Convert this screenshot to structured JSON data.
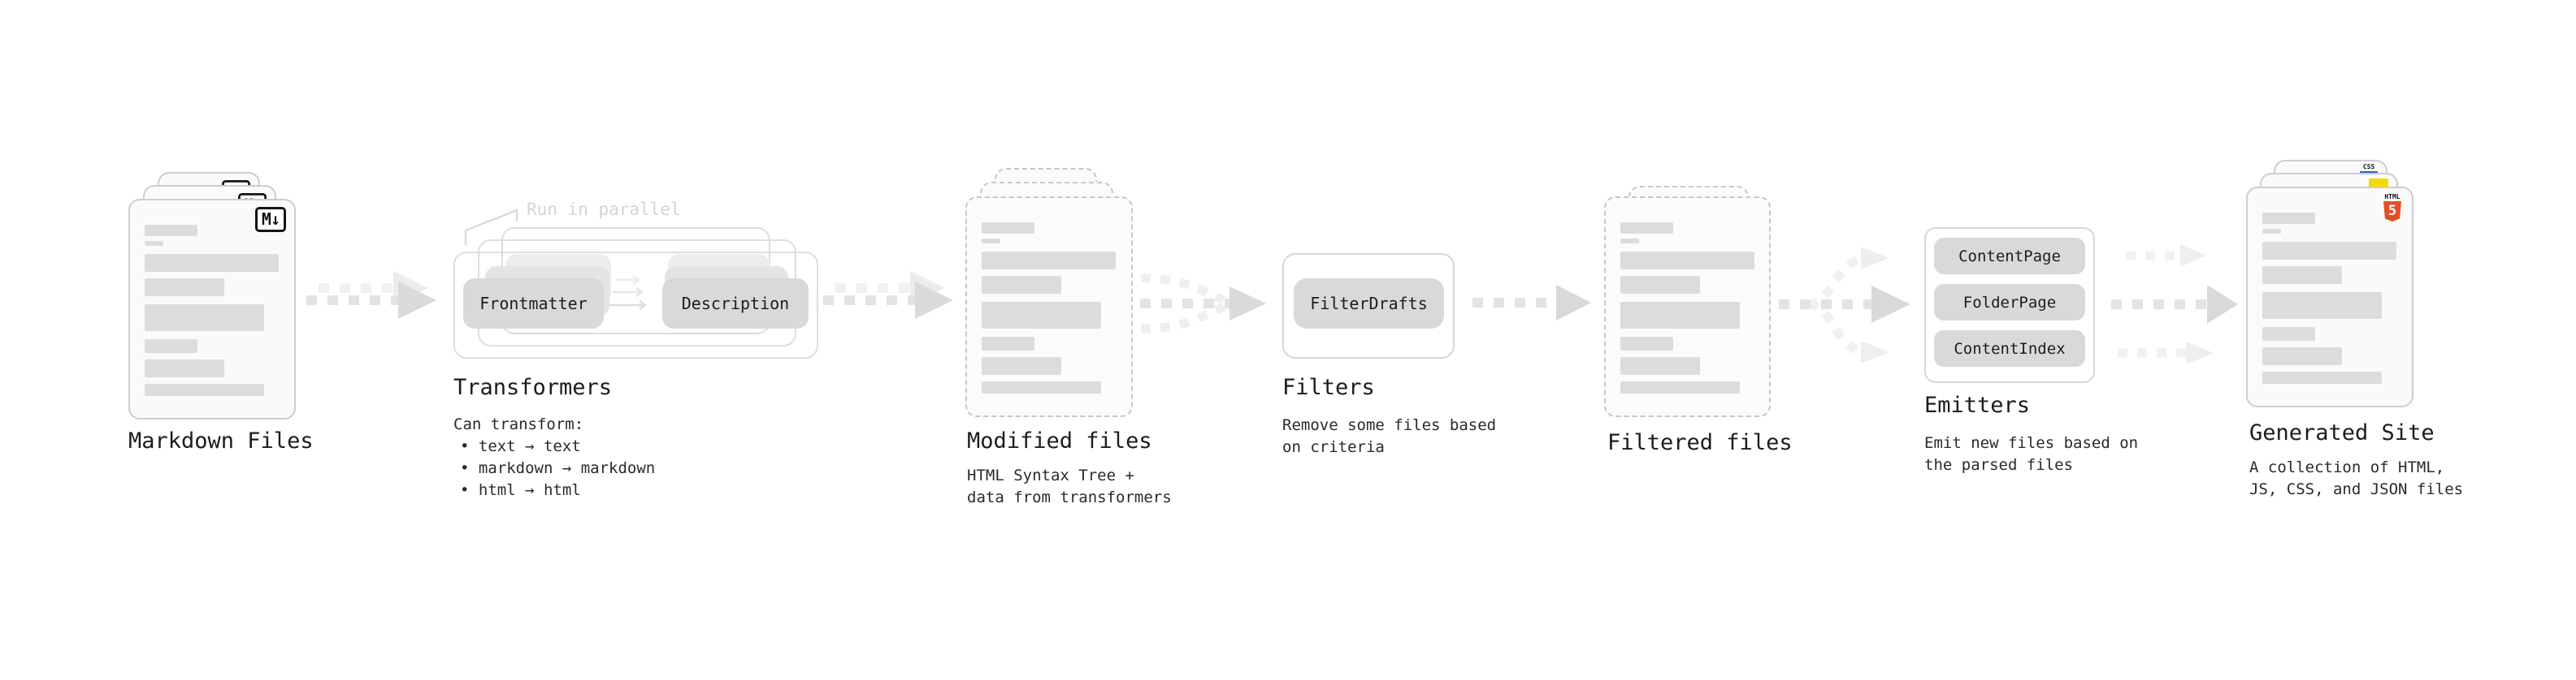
{
  "stages": {
    "markdown_files": {
      "label": "Markdown Files",
      "badge": "M↓"
    },
    "transformers": {
      "label": "Transformers",
      "annotation": "Run in parallel",
      "buttons": [
        "Frontmatter",
        "Description"
      ],
      "intro": "Can transform:",
      "bullets": [
        "• text → text",
        "• markdown → markdown",
        "• html → html"
      ]
    },
    "modified_files": {
      "label": "Modified files",
      "subtitle_lines": [
        "HTML Syntax Tree +",
        "data from transformers"
      ]
    },
    "filters": {
      "label": "Filters",
      "buttons": [
        "FilterDrafts"
      ],
      "subtitle_lines": [
        "Remove some files based",
        "on criteria"
      ]
    },
    "filtered_files": {
      "label": "Filtered files"
    },
    "emitters": {
      "label": "Emitters",
      "buttons": [
        "ContentPage",
        "FolderPage",
        "ContentIndex"
      ],
      "subtitle_lines": [
        "Emit new files based on",
        "the parsed files"
      ]
    },
    "generated_site": {
      "label": "Generated Site",
      "subtitle_lines": [
        "A collection of HTML,",
        "JS, CSS, and JSON files"
      ],
      "badges": {
        "css": "CSS",
        "html_word": "HTML",
        "html_number": "5"
      }
    }
  },
  "colors": {
    "html5_orange": "#e44d26",
    "js_yellow": "#f7d800",
    "css_blue": "#2862e9"
  },
  "doc_skeleton": {
    "bars": [
      {
        "w": 65,
        "h": 14,
        "mt": 30
      },
      {
        "w": 23,
        "h": 6,
        "mt": 6
      },
      {
        "w": 165,
        "h": 22,
        "mt": 10
      },
      {
        "w": 98,
        "h": 22,
        "mt": 8
      },
      {
        "w": 147,
        "h": 33,
        "mt": 10
      },
      {
        "w": 65,
        "h": 17,
        "mt": 10
      },
      {
        "w": 98,
        "h": 22,
        "mt": 8
      },
      {
        "w": 147,
        "h": 15,
        "mt": 8
      }
    ]
  }
}
